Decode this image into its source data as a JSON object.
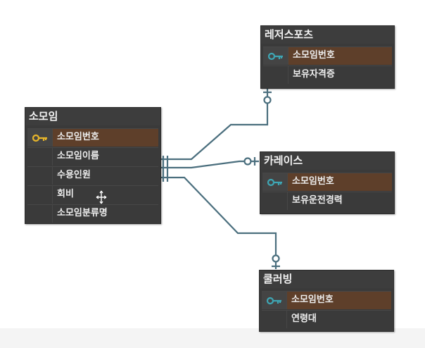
{
  "entities": {
    "somoim": {
      "title": "소모임",
      "columns": [
        "소모임번호",
        "소모임이름",
        "수용인원",
        "회비",
        "소모임분류명"
      ]
    },
    "leisure": {
      "title": "레저스포츠",
      "columns": [
        "소모임번호",
        "보유자격증"
      ]
    },
    "carrace": {
      "title": "카레이스",
      "columns": [
        "소모임번호",
        "보유운전경력"
      ]
    },
    "curling": {
      "title": "쿨러빙",
      "columns": [
        "소모임번호",
        "연령대"
      ]
    }
  },
  "colors": {
    "line": "#4b6f7e",
    "parent_key": "#e8b62a",
    "child_key": "#3ea6b4",
    "pk_row": "#5e3f2a",
    "entity_bg": "#3a3a3a"
  },
  "icons": {
    "parent_key": "key-icon",
    "child_key": "key-icon"
  }
}
